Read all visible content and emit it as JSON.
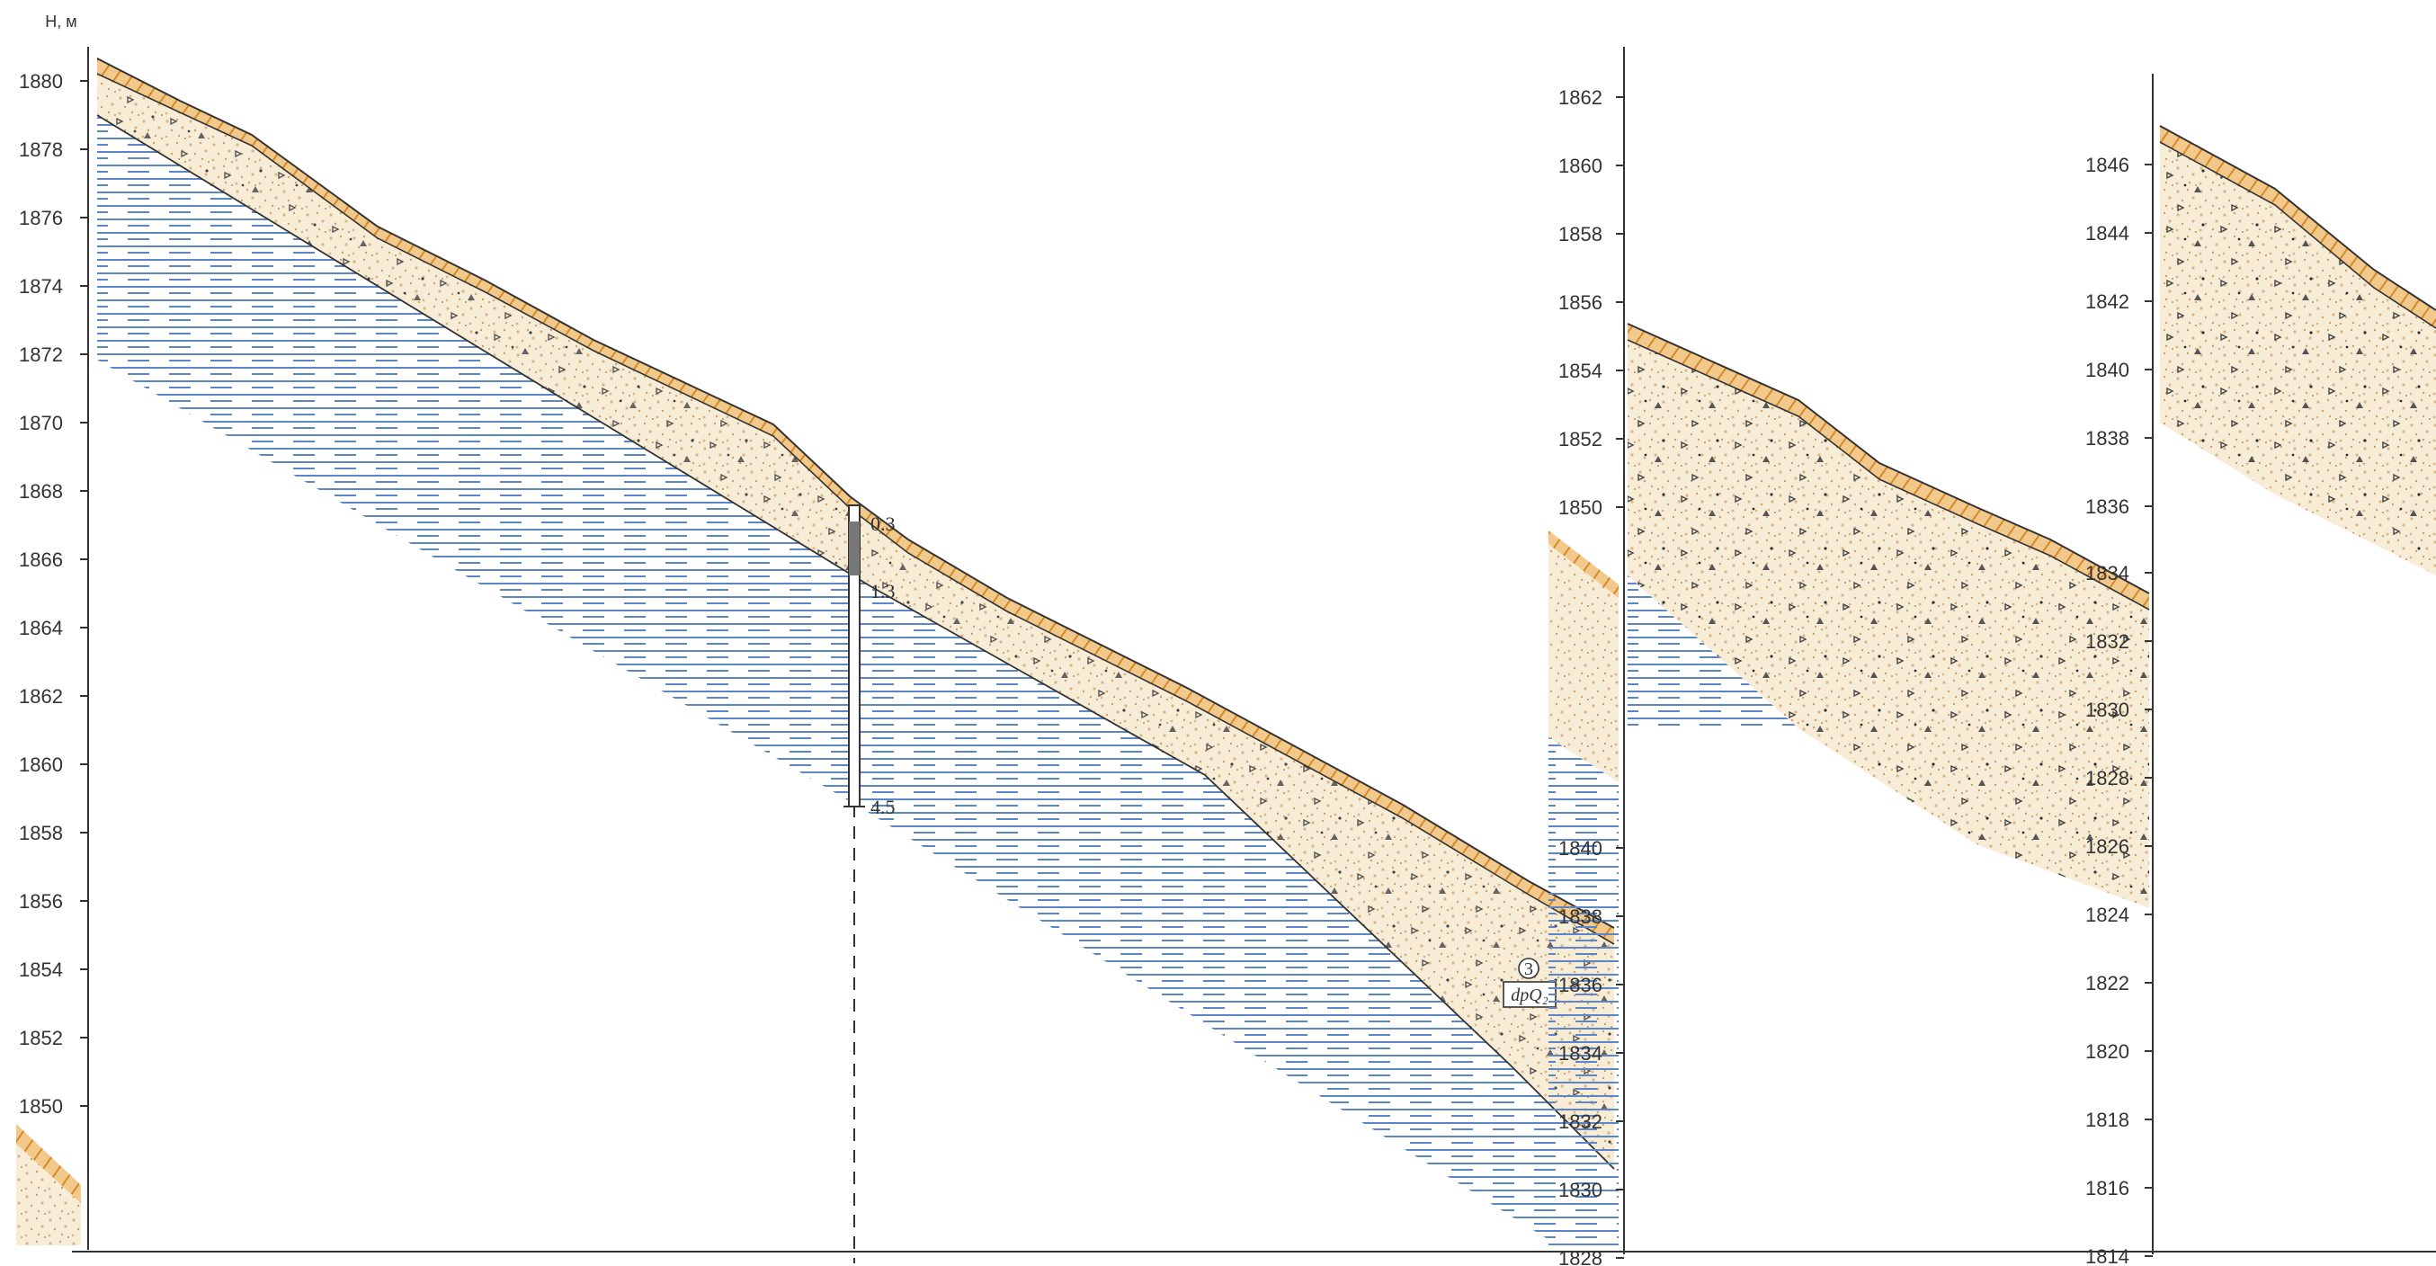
{
  "axis_unit": "H, м",
  "axes": [
    {
      "id": "left",
      "ticks": [
        "1880",
        "1878",
        "1876",
        "1874",
        "1872",
        "1870",
        "1868",
        "1866",
        "1864",
        "1862",
        "1860",
        "1858",
        "1856",
        "1854",
        "1852",
        "1850"
      ]
    },
    {
      "id": "middle",
      "ticks": [
        "1862",
        "1860",
        "1858",
        "1856",
        "1854",
        "1852",
        "1850"
      ]
    },
    {
      "id": "middle-lower",
      "ticks": [
        "1840",
        "1838",
        "1836",
        "1834",
        "1832",
        "1830",
        "1828"
      ]
    },
    {
      "id": "right-lower",
      "ticks": [
        "1834",
        "1832",
        "1830",
        "1828",
        "1826",
        "1824",
        "1822",
        "1820",
        "1818",
        "1816",
        "1814"
      ]
    },
    {
      "id": "right",
      "ticks": [
        "1846",
        "1844",
        "1842",
        "1840",
        "1838",
        "1836"
      ]
    }
  ],
  "borehole": {
    "depths": [
      "0.3",
      "1.3",
      "4.5"
    ]
  },
  "layer": {
    "number": "3",
    "index": "dpQ₂"
  },
  "colors": {
    "soil_top": "#e6a23c",
    "sand_fill": "#f7ecd6",
    "sand_dots": "#d9b68a",
    "bedrock_hatch": "#5b86c9",
    "line": "#333333"
  }
}
